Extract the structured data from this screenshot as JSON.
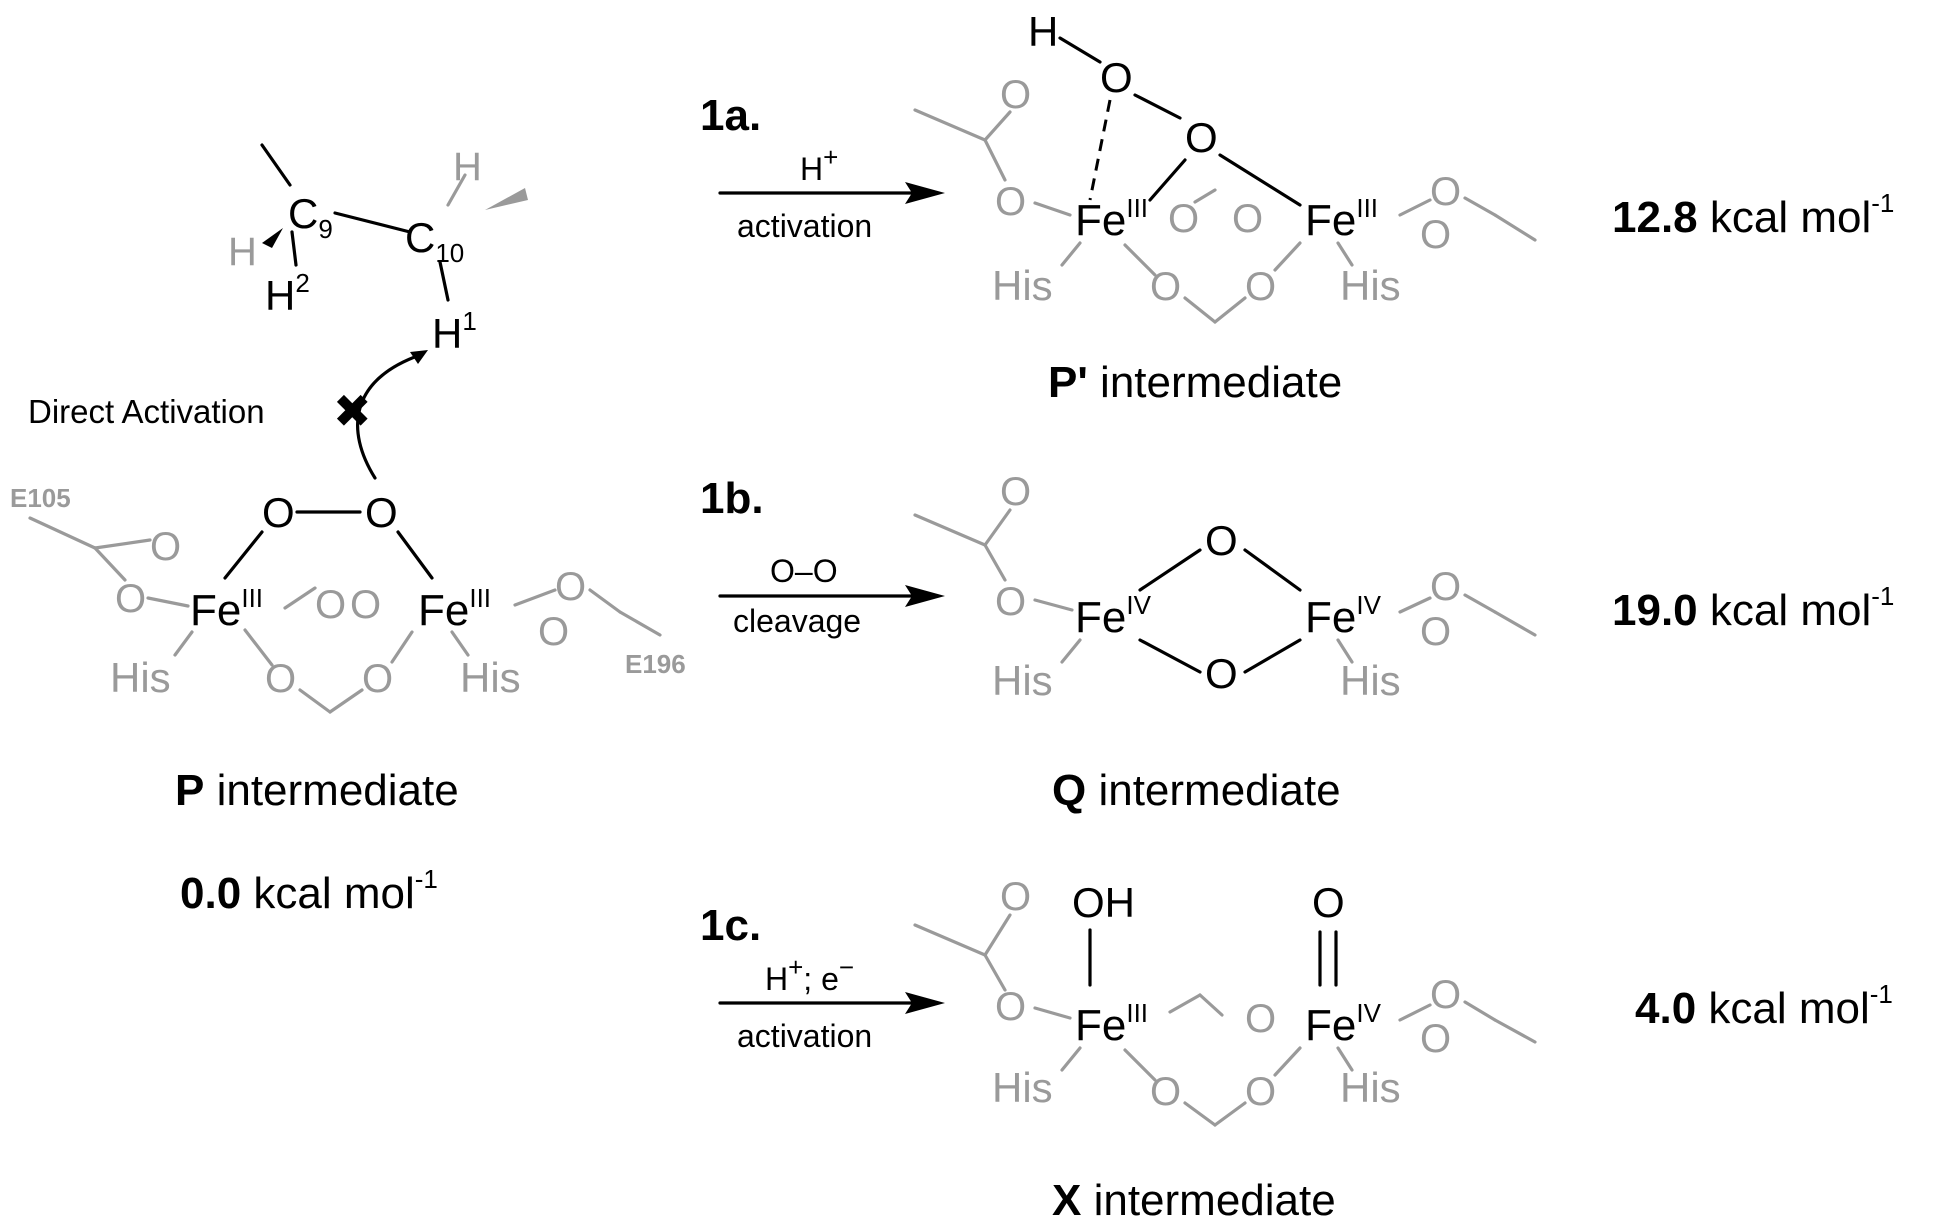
{
  "colors": {
    "ink": "#000000",
    "ligand": "#9a9a9a",
    "background": "#ffffff"
  },
  "substrate": {
    "c9": "C",
    "c9_sub": "9",
    "c10": "C",
    "c10_sub": "10",
    "h_wedge_c10": "H",
    "h_left_c9": "H",
    "h2": "H",
    "h2_sup": "2",
    "h1": "H",
    "h1_sup": "1"
  },
  "direct_activation": {
    "label": "Direct Activation",
    "blocked_mark": "✖",
    "icon": "blocked-x-icon"
  },
  "p_complex": {
    "residue_left": "E105",
    "residue_right": "E196",
    "o": "O",
    "fe": "Fe",
    "fe_ox": "III",
    "his": "His",
    "caption_bold": "P",
    "caption_rest": " intermediate",
    "energy_bold": "0.0",
    "energy_unit": " kcal mol",
    "energy_exp": "-1"
  },
  "pathways": [
    {
      "step": "1a.",
      "condition_top": "H",
      "condition_top_sup": "+",
      "condition_bottom": "activation",
      "caption_bold": "P'",
      "caption_rest": " intermediate",
      "energy_bold": "12.8",
      "energy_unit": " kcal mol",
      "energy_exp": "-1",
      "fe_left_ox": "III",
      "fe_right_ox": "III",
      "h": "H"
    },
    {
      "step": "1b.",
      "condition_top": "O–O",
      "condition_bottom": "cleavage",
      "caption_bold": "Q",
      "caption_rest": " intermediate",
      "energy_bold": "19.0",
      "energy_unit": " kcal mol",
      "energy_exp": "-1",
      "fe_left_ox": "IV",
      "fe_right_ox": "IV"
    },
    {
      "step": "1c.",
      "condition_top": "H",
      "condition_top_sup": "+",
      "condition_top_rest": "; e",
      "condition_top_sup2": "−",
      "condition_bottom": "activation",
      "caption_bold": "X",
      "caption_rest": " intermediate",
      "energy_bold": "4.0",
      "energy_unit": " kcal mol",
      "energy_exp": "-1",
      "fe_left_ox": "III",
      "fe_right_ox": "IV",
      "oh": "OH",
      "oxo": "O"
    }
  ],
  "common": {
    "fe": "Fe",
    "o": "O",
    "his": "His"
  }
}
